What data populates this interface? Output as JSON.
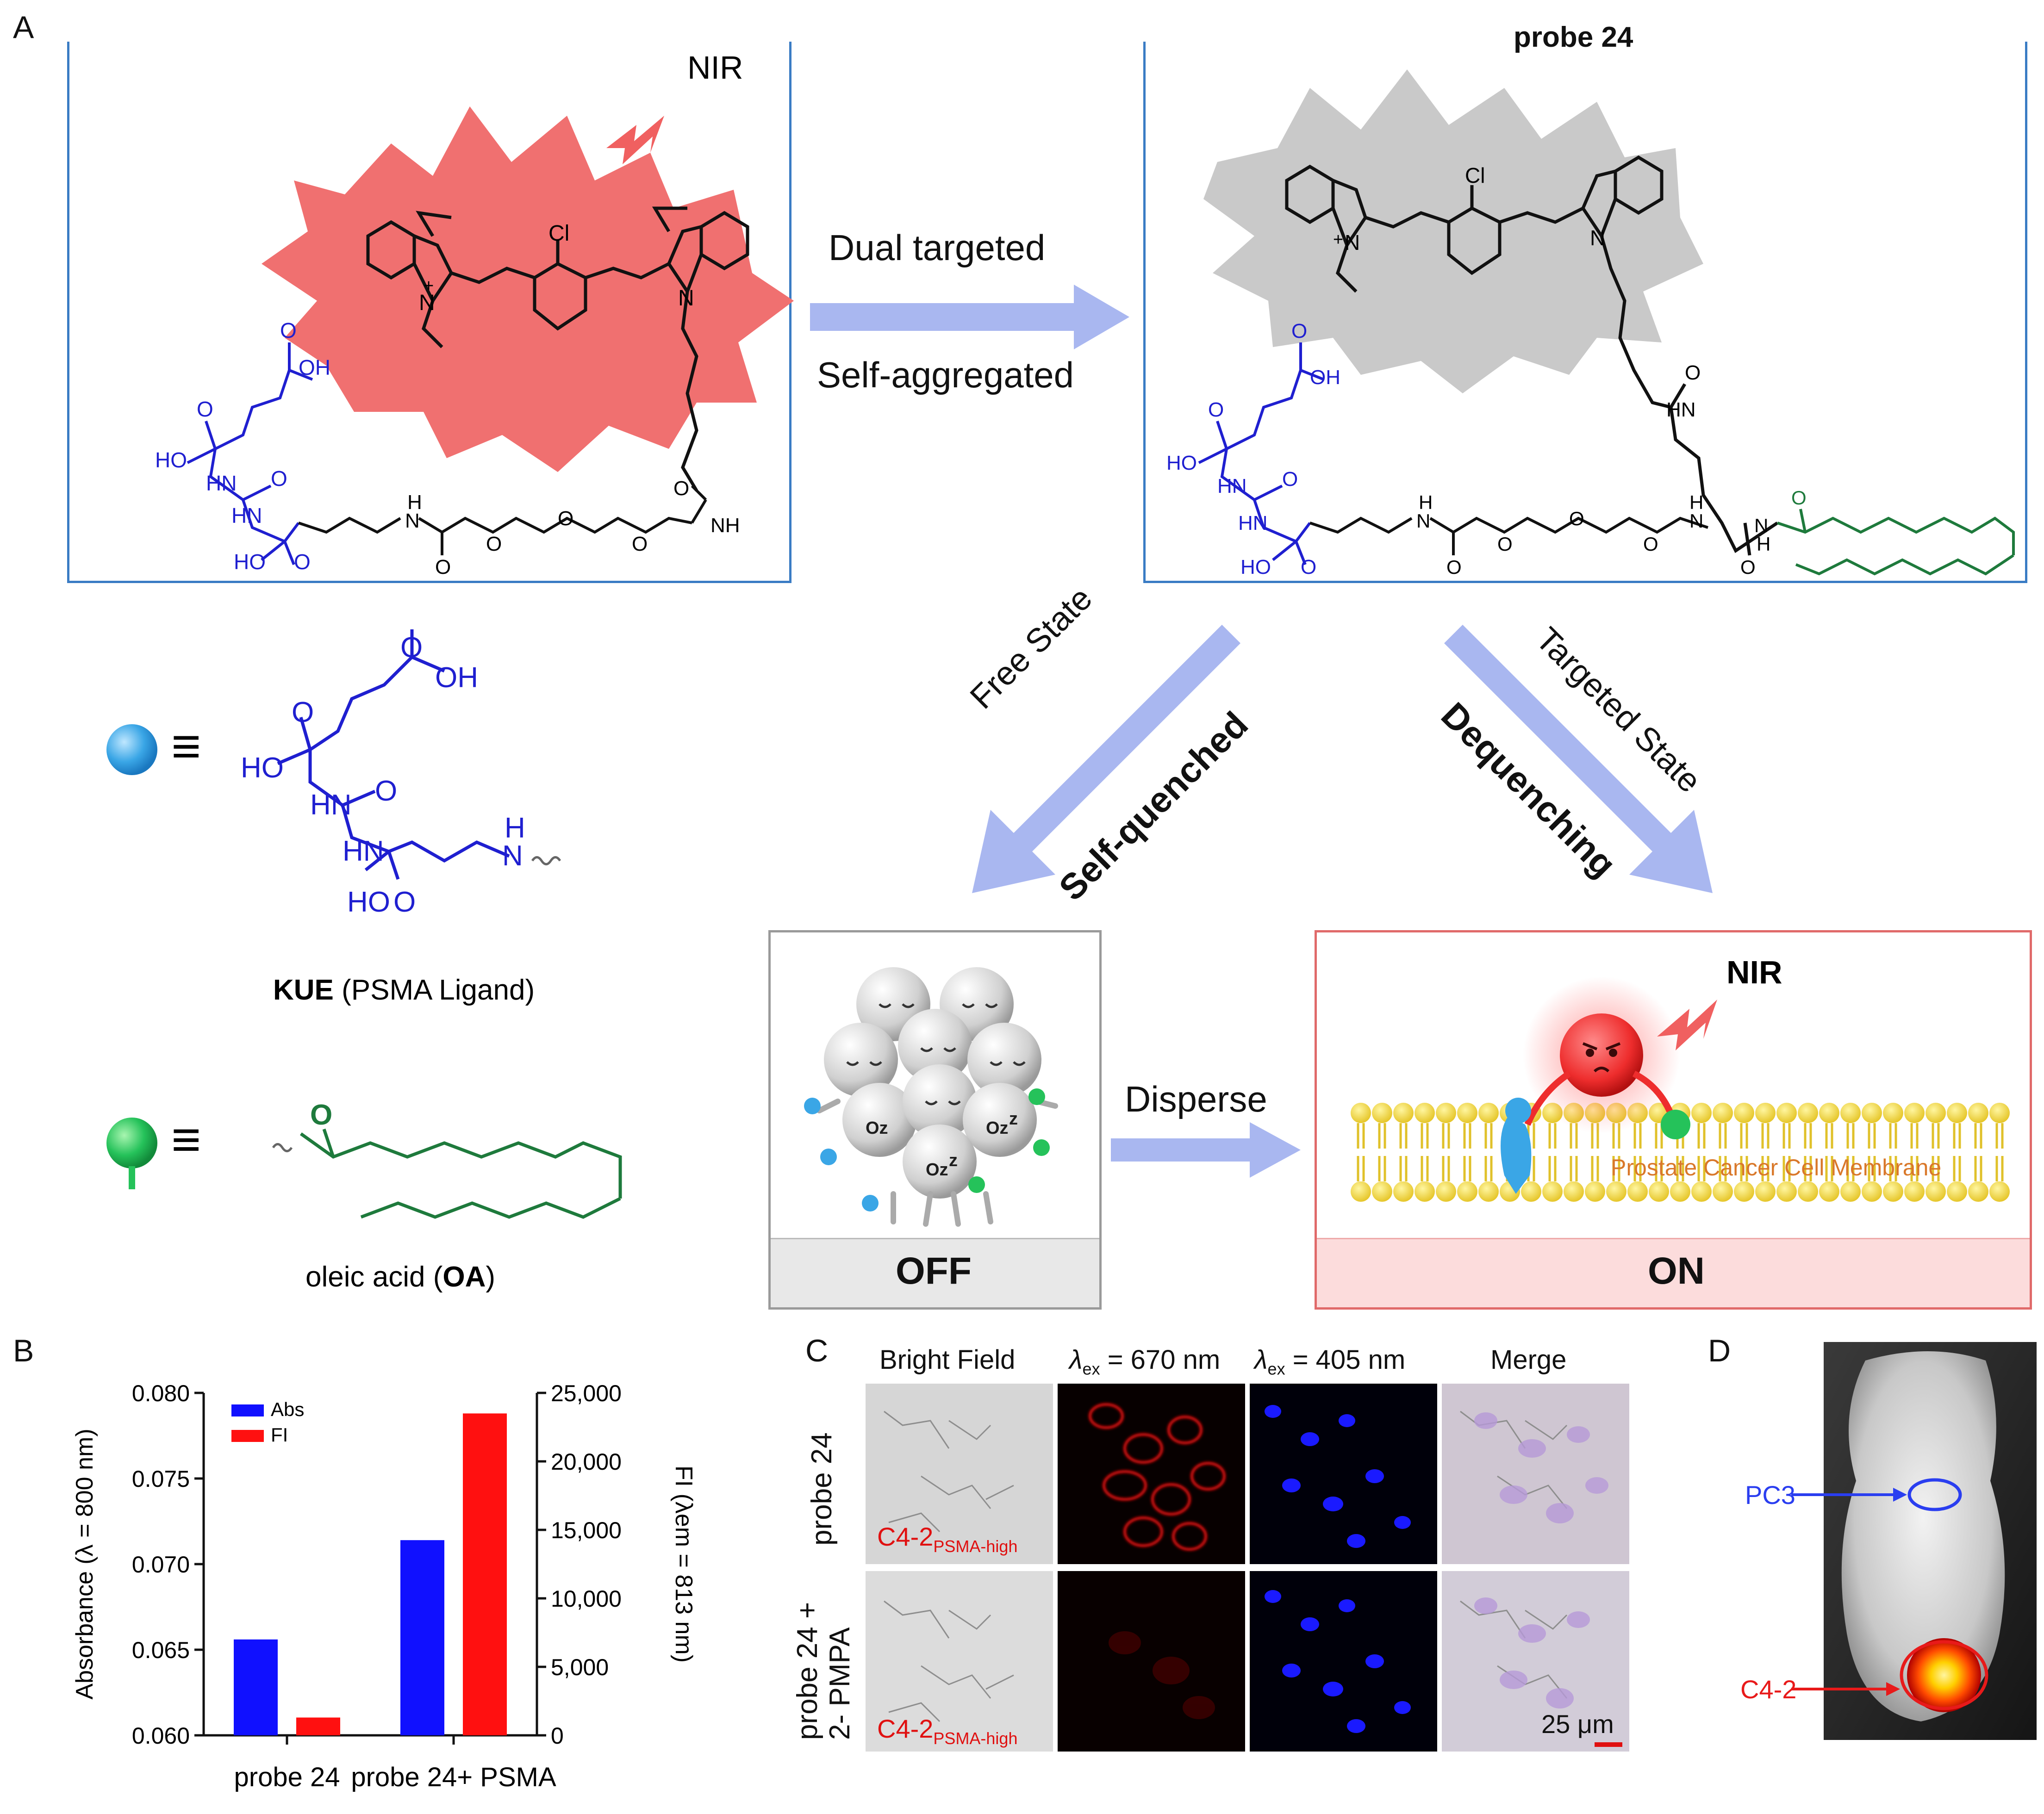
{
  "panels": {
    "a": "A",
    "b": "B",
    "c": "C",
    "d": "D"
  },
  "panel_a": {
    "left_box": {
      "nir_label": "NIR",
      "chem": {
        "cl": "Cl",
        "n_plus": "N",
        "plus": "+",
        "n": "N",
        "o_top": "O",
        "oh_top": "OH",
        "o_acid": "O",
        "ho_acid": "HO",
        "hn_1": "HN",
        "o_urea": "O",
        "hn_2": "HN",
        "ho_bottom": "HO",
        "o_bottom": "O",
        "h": "H",
        "n_amide": "N",
        "o_amide": "O",
        "o_peg1": "O",
        "o_peg2": "O",
        "o_peg3": "O",
        "o_link": "O",
        "nh": "NH"
      }
    },
    "arrow_top": "Dual targeted",
    "arrow_bottom": "Self-aggregated",
    "right_box": {
      "title": "probe 24",
      "chem": {
        "cl": "Cl",
        "n_plus": "N",
        "plus": "+",
        "n": "N",
        "o_top": "O",
        "oh_top": "OH",
        "o_acid": "O",
        "ho_acid": "HO",
        "hn_1": "HN",
        "o_urea": "O",
        "hn_2": "HN",
        "ho_bottom": "HO",
        "o_bottom": "O",
        "h": "H",
        "n_amide": "N",
        "o_amide": "O",
        "o_peg1": "O",
        "o_peg2": "O",
        "o_peg3": "O",
        "hn_link": "HN",
        "o_link": "O",
        "h2": "H",
        "n2": "N",
        "o_n2": "O",
        "n3": "N",
        "h3": "H",
        "o_oa": "O"
      }
    },
    "kue": {
      "equiv": "≡",
      "o_top": "O",
      "oh": "OH",
      "o_acid": "O",
      "ho": "HO",
      "hn1": "HN",
      "o_urea": "O",
      "hn2": "HN",
      "h": "H",
      "n": "N",
      "ho_bottom": "HO",
      "o_bottom": "O",
      "caption_bold": "KUE",
      "caption_rest": " (PSMA Ligand)"
    },
    "oa": {
      "equiv": "≡",
      "o": "O",
      "caption_start": "oleic acid (",
      "caption_bold": "OA",
      "caption_end": ")"
    },
    "free_state": "Free State",
    "self_quenched": "Self-quenched",
    "targeted_state": "Targeted State",
    "dequenching": "Dequenching",
    "off_box": {
      "label": "OFF",
      "z1": "Oz",
      "z2": "Oz",
      "z3": "Oz",
      "zz": "z",
      "zzz": "z"
    },
    "disperse": "Disperse",
    "on_box": {
      "label": "ON",
      "nir": "NIR",
      "membrane": "Prostate Cancer Cell Membrane"
    }
  },
  "panel_b": {
    "chart_data": {
      "type": "bar",
      "categories": [
        "probe 24",
        "probe 24+ PSMA"
      ],
      "series": [
        {
          "name": "Abs",
          "axis": "left",
          "color": "#1010ff",
          "values": [
            0.0656,
            0.0714
          ]
        },
        {
          "name": "FI",
          "axis": "right",
          "color": "#ff1010",
          "values": [
            1300,
            23500
          ]
        }
      ],
      "ylabel_left": "Absorbance (λ = 800 nm)",
      "ylabel_right": "FI (λem = 813 nm)",
      "ylim_left": [
        0.06,
        0.08
      ],
      "ylim_right": [
        0,
        25000
      ],
      "yticks_left": [
        "0.060",
        "0.065",
        "0.070",
        "0.075",
        "0.080"
      ],
      "yticks_right": [
        "0",
        "5,000",
        "10,000",
        "15,000",
        "20,000",
        "25,000"
      ],
      "legend": "top-left"
    }
  },
  "panel_c": {
    "columns": [
      "Bright Field",
      "λex = 670 nm",
      "λex = 405 nm",
      "Merge"
    ],
    "col2_lambda": "λ",
    "col2_sub": "ex",
    "col2_rest": " = 670 nm",
    "col3_lambda": "λ",
    "col3_sub": "ex",
    "col3_rest": " = 405 nm",
    "rows": [
      "probe 24",
      "probe 24 + 2- PMPA"
    ],
    "row2_line1": "probe 24 +",
    "row2_line2": "2- PMPA",
    "cell_main": "C4-2",
    "cell_sub": "PSMA-high",
    "scale": "25 μm"
  },
  "panel_d": {
    "pc3": "PC3",
    "c42": "C4-2"
  },
  "colors": {
    "blue_ligand": "#1f1fd0",
    "green_oa": "#1e7a3c",
    "arrow": "#a9b7f0",
    "box_border": "#3a7cc4",
    "on_border": "#e06a6a"
  }
}
